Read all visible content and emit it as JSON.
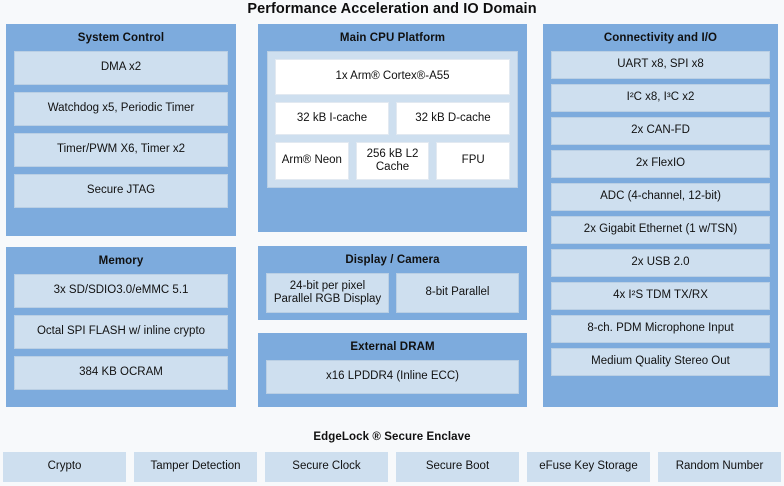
{
  "title": "Performance Acceleration and IO Domain",
  "colors": {
    "panel_blue": "#7dabdd",
    "block_blue": "#cedfef",
    "white_block": "#ffffff",
    "background": "#f7f9fb",
    "text": "#111111"
  },
  "panels": {
    "system_control": {
      "title": "System Control",
      "blocks": [
        "DMA x2",
        "Watchdog x5, Periodic Timer",
        "Timer/PWM X6, Timer x2",
        "Secure JTAG"
      ]
    },
    "memory": {
      "title": "Memory",
      "blocks": [
        "3x SD/SDIO3.0/eMMC 5.1",
        "Octal SPI FLASH w/ inline crypto",
        "384 KB OCRAM"
      ]
    },
    "cpu": {
      "title": "Main CPU Platform",
      "core": "1x Arm® Cortex®-A55",
      "icache": "32 kB I-cache",
      "dcache": "32 kB D-cache",
      "neon": "Arm® Neon",
      "l2": "256 kB L2 Cache",
      "fpu": "FPU"
    },
    "display": {
      "title": "Display / Camera",
      "left": "24-bit per pixel Parallel RGB Display",
      "right": "8-bit Parallel"
    },
    "dram": {
      "title": "External DRAM",
      "block": "x16 LPDDR4 (Inline ECC)"
    },
    "connectivity": {
      "title": "Connectivity and I/O",
      "blocks": [
        "UART x8, SPI x8",
        "I²C x8, I³C x2",
        "2x CAN-FD",
        "2x FlexIO",
        "ADC (4-channel, 12-bit)",
        "2x Gigabit Ethernet (1 w/TSN)",
        "2x USB 2.0",
        "4x I²S TDM TX/RX",
        "8-ch. PDM Microphone Input",
        "Medium Quality Stereo Out"
      ]
    },
    "enclave": {
      "title": "EdgeLock ® Secure Enclave",
      "blocks": [
        "Crypto",
        "Tamper Detection",
        "Secure Clock",
        "Secure Boot",
        "eFuse Key Storage",
        "Random Number"
      ]
    }
  }
}
